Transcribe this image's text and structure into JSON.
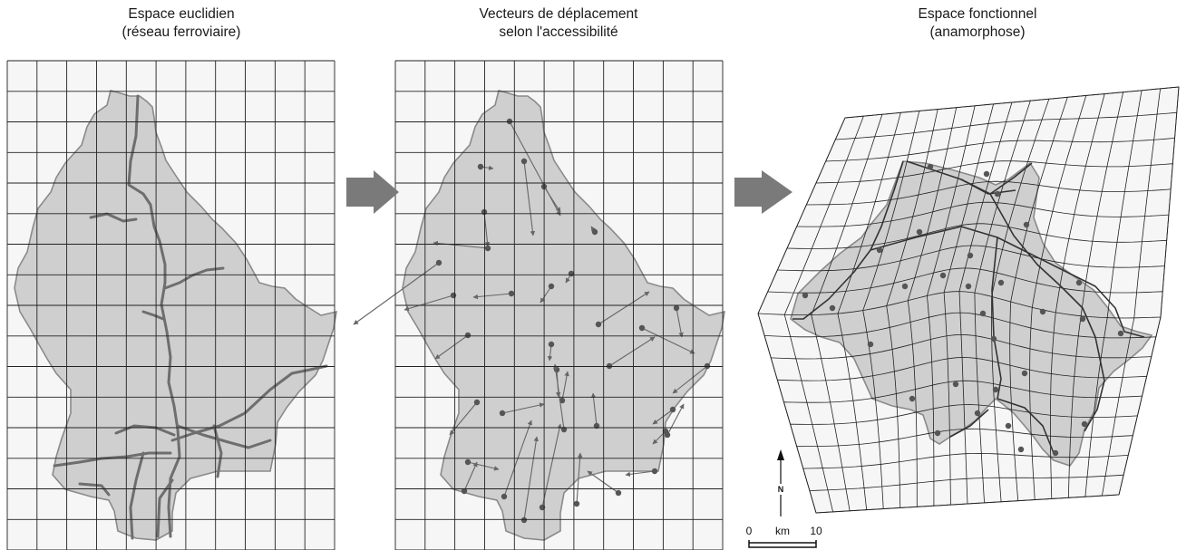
{
  "panels": [
    {
      "title_line1": "Espace euclidien",
      "title_line2": "(réseau ferroviaire)"
    },
    {
      "title_line1": "Vecteurs de déplacement",
      "title_line2": "selon l'accessibilité"
    },
    {
      "title_line1": "Espace fonctionnel",
      "title_line2": "(anamorphose)"
    }
  ],
  "north_label": "N",
  "scale_bar": {
    "start": "0",
    "unit": "km",
    "end": "10"
  },
  "colors": {
    "grid_line": "#222222",
    "grid_bg": "#f6f6f6",
    "country_fill": "#cfcfcf",
    "country_stroke": "#8a8a8a",
    "rail": "#6e6e6e",
    "arrow": "#7a7a7a",
    "vector": "#666666",
    "dot": "#555555"
  }
}
